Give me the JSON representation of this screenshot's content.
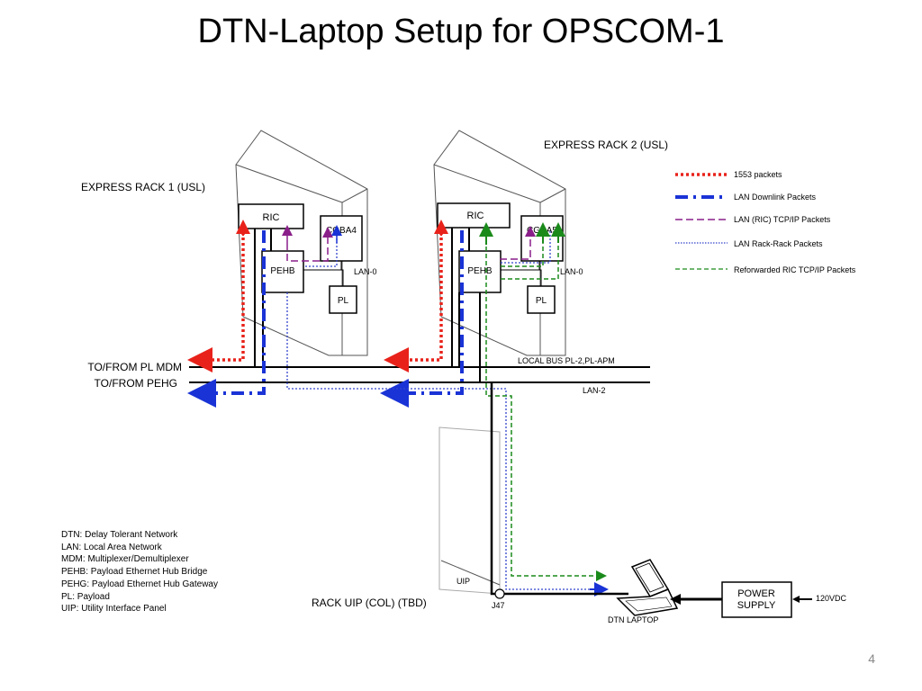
{
  "title": "DTN-Laptop Setup for OPSCOM-1",
  "slide_number": "4",
  "racks": {
    "rack1_label": "EXPRESS RACK 1 (USL)",
    "rack2_label": "EXPRESS RACK 2 (USL)",
    "ric": "RIC",
    "pehb": "PEHB",
    "pl": "PL",
    "cgba4": "CGBA4",
    "cgba5": "CGBA5",
    "lan0": "LAN-0"
  },
  "bus": {
    "to_from_pl_mdm": "TO/FROM PL MDM",
    "to_from_pehg": "TO/FROM PEHG",
    "local_bus": "LOCAL BUS PL-2,PL-APM",
    "lan2": "LAN-2"
  },
  "uip": {
    "uip_label": "UIP",
    "j47": "J47",
    "rack_uip": "RACK UIP (COL) (TBD)",
    "dtn_laptop": "DTN  LAPTOP",
    "power_supply_1": "POWER",
    "power_supply_2": "SUPPLY",
    "voltage": "120VDC"
  },
  "legend": [
    {
      "label": "1553 packets",
      "color": "#e8221a",
      "style": "dotted-thick"
    },
    {
      "label": "LAN Downlink Packets",
      "color": "#1a33d6",
      "style": "dash-dot-thick"
    },
    {
      "label": "LAN (RIC) TCP/IP Packets",
      "color": "#8a1f8a",
      "style": "dashed"
    },
    {
      "label": "LAN Rack-Rack Packets",
      "color": "#3344cc",
      "style": "dotted-thin"
    },
    {
      "label": "Reforwarded RIC TCP/IP Packets",
      "color": "#1a8a1a",
      "style": "dashed"
    }
  ],
  "glossary": [
    "DTN: Delay Tolerant Network",
    "LAN: Local Area Network",
    "MDM: Multiplexer/Demultiplexer",
    "PEHB: Payload Ethernet Hub Bridge",
    "PEHG: Payload Ethernet Hub Gateway",
    "PL: Payload",
    "UIP: Utility Interface Panel"
  ]
}
